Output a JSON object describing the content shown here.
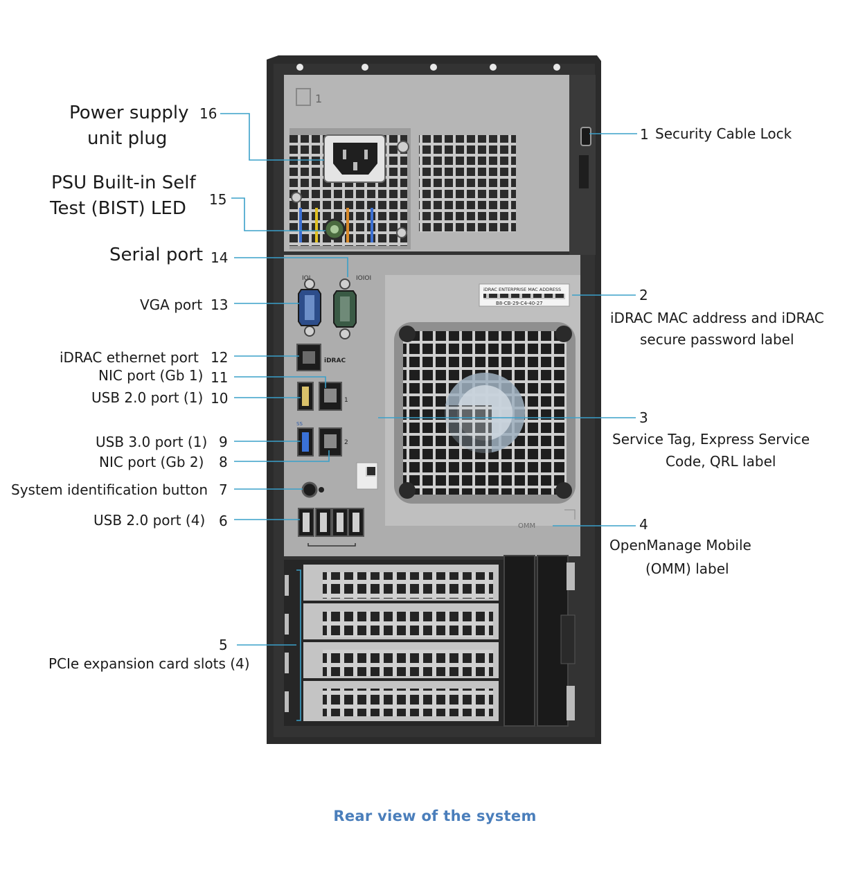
{
  "caption": "Rear view of the system",
  "callouts": [
    {
      "number": "1",
      "label": "Security Cable Lock"
    },
    {
      "number": "2",
      "label_lines": [
        "iDRAC MAC address and iDRAC",
        "secure password label"
      ]
    },
    {
      "number": "3",
      "label_lines": [
        "Service Tag, Express Service",
        "Code, QRL label"
      ]
    },
    {
      "number": "4",
      "label_lines": [
        "OpenManage Mobile",
        "(OMM) label"
      ]
    },
    {
      "number": "5",
      "label": "PCIe expansion card slots (4)"
    },
    {
      "number": "6",
      "label": "USB 2.0 port (4)"
    },
    {
      "number": "7",
      "label": "System identification button"
    },
    {
      "number": "8",
      "label": "NIC port (Gb 2)"
    },
    {
      "number": "9",
      "label": "USB 3.0 port (1)"
    },
    {
      "number": "10",
      "label": "USB 2.0 port (1)"
    },
    {
      "number": "11",
      "label": "NIC port (Gb 1)"
    },
    {
      "number": "12",
      "label": "iDRAC ethernet port"
    },
    {
      "number": "13",
      "label": "VGA port"
    },
    {
      "number": "14",
      "label": "Serial port"
    },
    {
      "number": "15",
      "label_lines": [
        "PSU Built-in Self",
        "Test (BIST) LED"
      ]
    },
    {
      "number": "16",
      "label_lines": [
        "Power supply",
        "unit plug"
      ]
    }
  ],
  "device_markings": {
    "mac_label_title": "iDRAC ENTERPRISE MAC ADDRESS",
    "mac_label_value": "B8-CB-29-C4-40-27",
    "idrac_port_label": "iDRAC",
    "nic1_label": "1",
    "nic2_label": "2",
    "psu_bay_number": "1",
    "vga_symbol": "IOI",
    "serial_symbol": "IOIOI",
    "omm_label": "OMM",
    "usb3_logo": "SS"
  },
  "colors": {
    "leader_line": "#3aa0c9",
    "caption": "#4a7ebb",
    "chassis": "#2a2a2a",
    "panel": "#b8b8b8"
  }
}
